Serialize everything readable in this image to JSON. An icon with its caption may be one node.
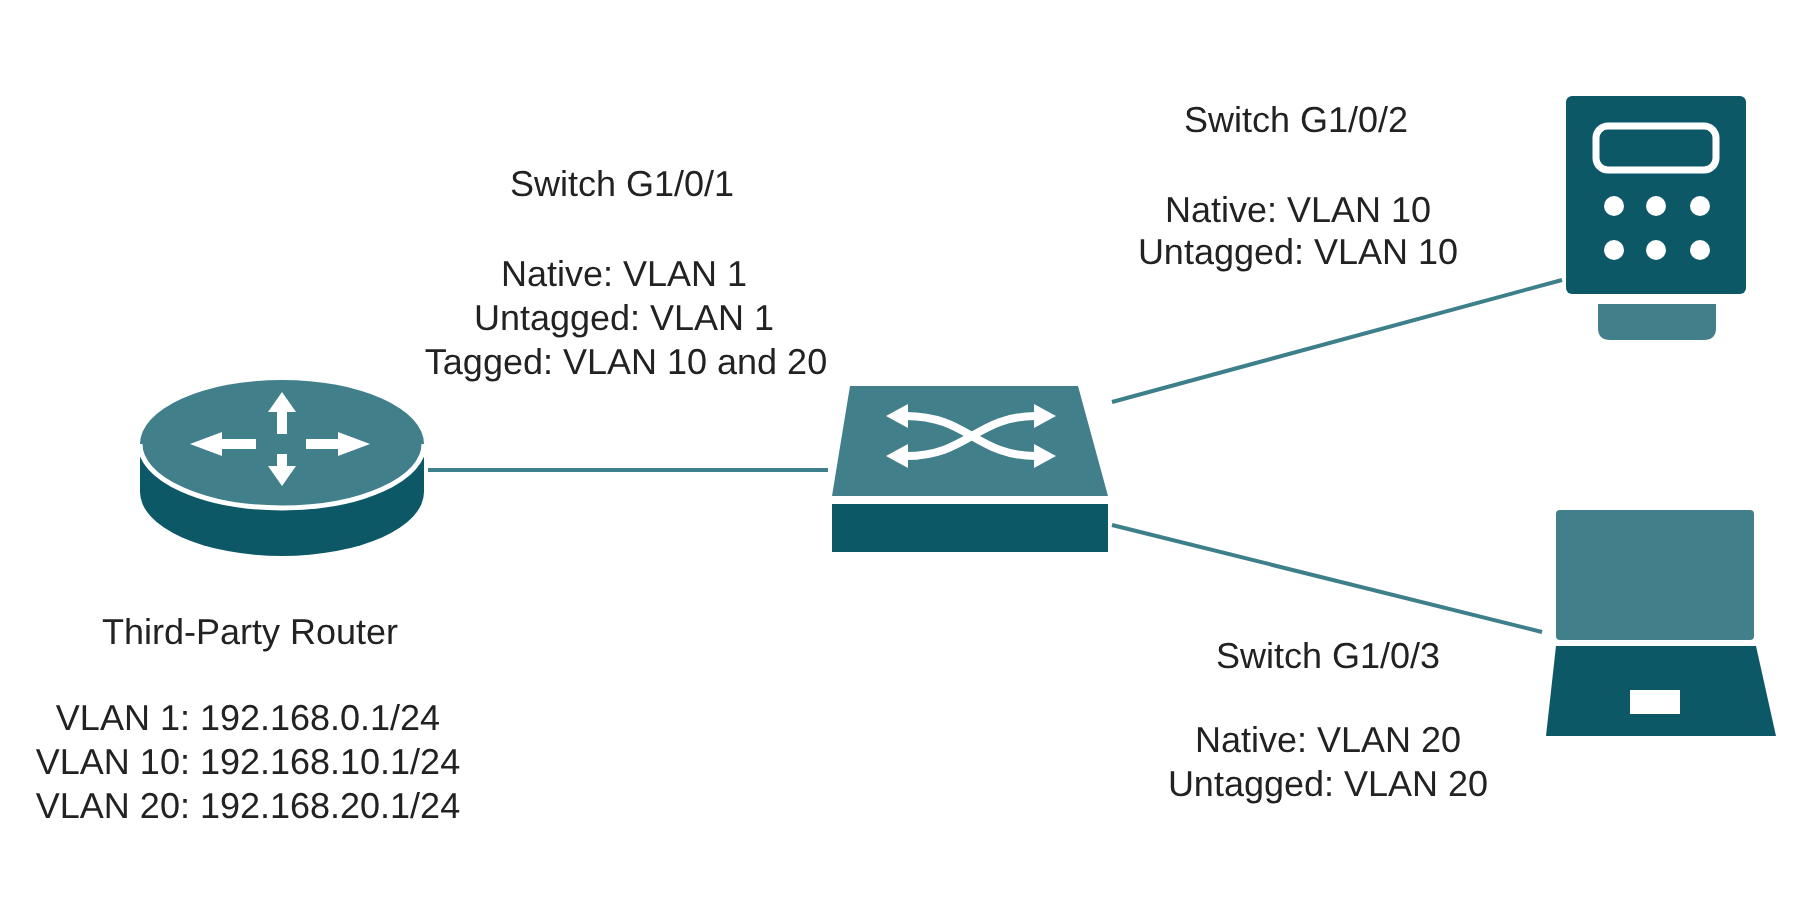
{
  "diagram": {
    "nodes": [
      {
        "text": [],
        "shape": "picture",
        "beside": [
          "Third-Party Router",
          "VLAN 1: 192.168.0.1/24",
          "VLAN 10: 192.168.10.1/24",
          "VLAN 20: 192.168.20.1/24"
        ]
      },
      {
        "text": [],
        "shape": "picture"
      },
      {
        "text": [],
        "shape": "picture"
      },
      {
        "text": [],
        "shape": "picture"
      }
    ],
    "edges": [
      {
        "from": 0,
        "to": 1,
        "arrow": "none"
      },
      {
        "from": 1,
        "to": 2,
        "arrow": "none"
      },
      {
        "from": 1,
        "to": 3,
        "arrow": "none"
      }
    ],
    "labels": [
      "Switch G1/0/2",
      "Native: VLAN 10",
      "Untagged: VLAN 10",
      "Switch G1/0/1",
      "Native: VLAN 1",
      "Untagged: VLAN 1",
      "Tagged: VLAN 10 and 20",
      "Switch G1/0/3",
      "Native: VLAN 20",
      "Untagged: VLAN 20"
    ]
  }
}
